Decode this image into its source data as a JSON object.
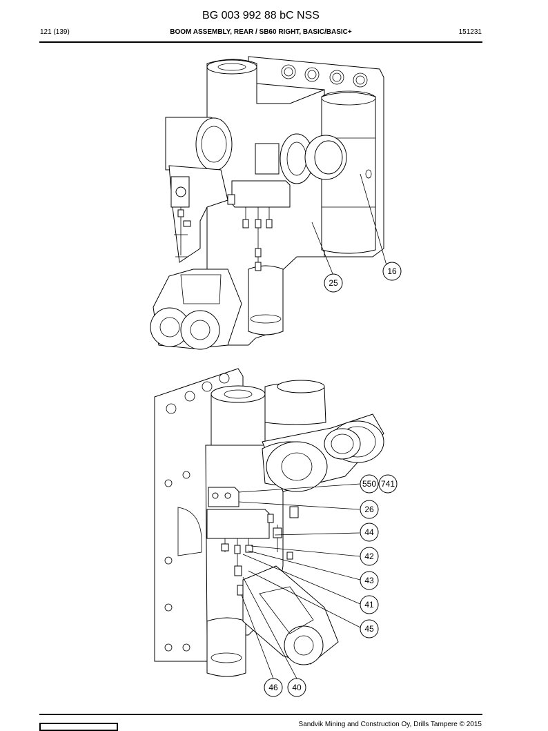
{
  "header": {
    "doc_id": "BG 003 992 88 bC NSS",
    "page": "121 (139)",
    "section_title": "BOOM ASSEMBLY, REAR / SB60 RIGHT, BASIC/BASIC+",
    "code": "151231"
  },
  "figure_top": {
    "callouts": [
      "16",
      "25"
    ]
  },
  "figure_bottom": {
    "callouts": [
      "550",
      "741",
      "26",
      "44",
      "42",
      "43",
      "41",
      "45",
      "46",
      "40"
    ]
  },
  "footer": {
    "copyright": "Sandvik Mining and Construction Oy, Drills Tampere © 2015"
  }
}
